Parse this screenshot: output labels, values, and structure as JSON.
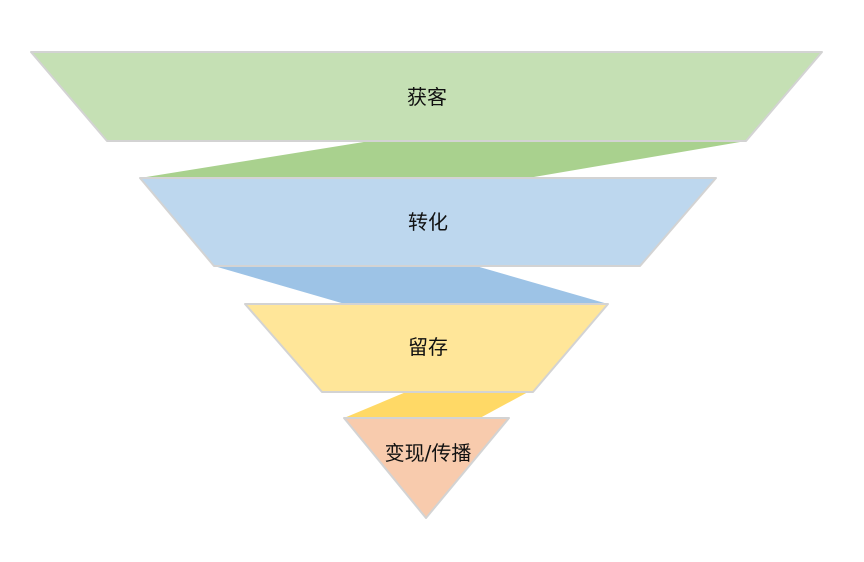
{
  "funnel": {
    "stages": [
      {
        "label": "获客",
        "fill": "#c5e0b4",
        "connector_fill": "#a9d18e"
      },
      {
        "label": "转化",
        "fill": "#bdd7ee",
        "connector_fill": "#9dc3e6"
      },
      {
        "label": "留存",
        "fill": "#ffe699",
        "connector_fill": "#ffd966"
      },
      {
        "label": "变现/传播",
        "fill": "#f8cbad"
      }
    ],
    "stroke": "#d3d3d3"
  }
}
